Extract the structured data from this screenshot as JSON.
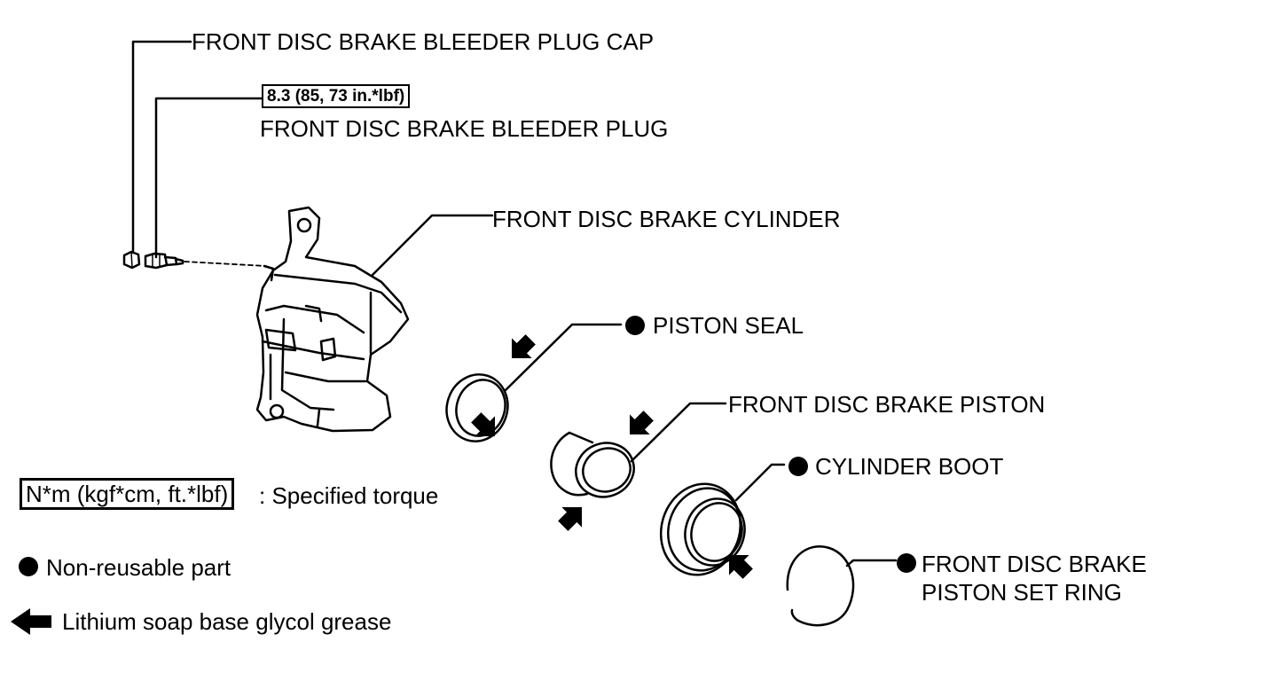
{
  "labels": {
    "bleeder_plug_cap": "FRONT DISC BRAKE BLEEDER PLUG CAP",
    "bleeder_plug_torque": "8.3 (85, 73 in.*lbf)",
    "bleeder_plug": "FRONT DISC BRAKE BLEEDER PLUG",
    "cylinder": "FRONT DISC BRAKE CYLINDER",
    "piston_seal": "PISTON SEAL",
    "piston": "FRONT DISC BRAKE PISTON",
    "cylinder_boot": "CYLINDER BOOT",
    "set_ring_line1": "FRONT DISC BRAKE",
    "set_ring_line2": "PISTON SET RING"
  },
  "legend": {
    "torque_box": "N*m (kgf*cm, ft.*lbf)",
    "torque_desc": ": Specified torque",
    "non_reusable": "Non-reusable part",
    "grease": "Lithium soap base glycol grease"
  }
}
